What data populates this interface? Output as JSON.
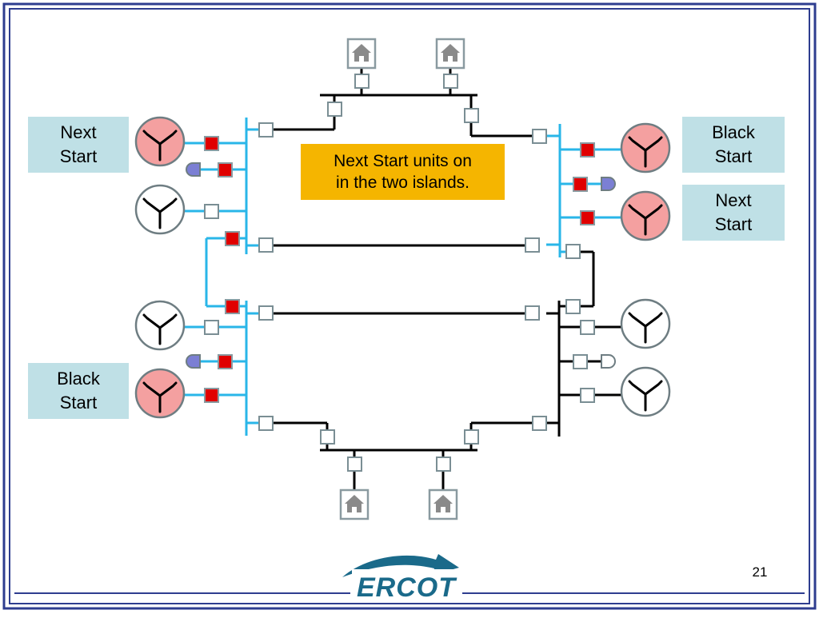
{
  "labels": {
    "top_left": "Next\nStart",
    "top_right_1": "Black\nStart",
    "top_right_2": "Next\nStart",
    "bottom_left": "Black\nStart"
  },
  "callout": "Next Start units on\nin the two islands.",
  "logo": {
    "text": "ERCOT"
  },
  "page_number": "21",
  "colors": {
    "frame": "#2e3d8f",
    "bus_energized": "#29b6e8",
    "bus_deenergized": "#000000",
    "breaker_closed": "#e00000",
    "breaker_open": "#ffffff",
    "generator_on": "#f4a0a0",
    "generator_off": "#ffffff",
    "load_on": "#7b7fd4",
    "label_bg": "#bfe0e6",
    "callout_bg": "#f5b500",
    "logo": "#1a6a8a"
  }
}
